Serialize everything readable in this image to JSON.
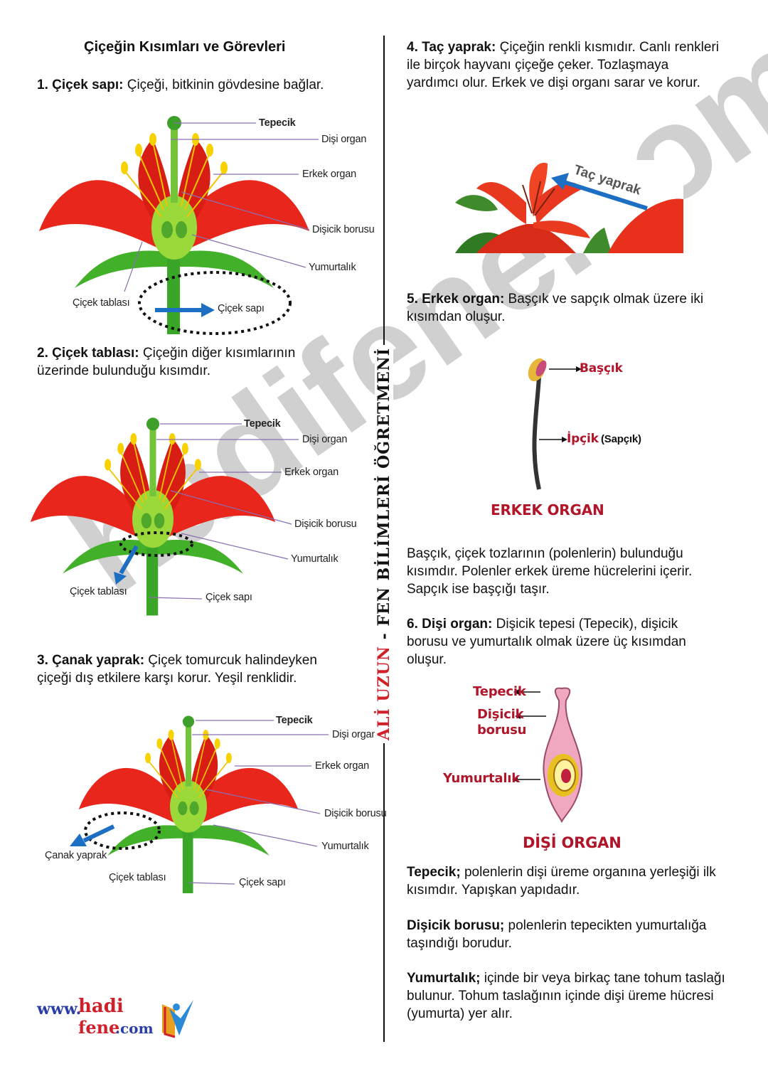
{
  "left": {
    "title": "Çiçeğin Kısımları ve Görevleri",
    "p1_bold": "1. Çiçek sapı:",
    "p1_text": " Çiçeği, bitkinin gövdesine bağlar.",
    "p2_bold": "2. Çiçek tablası:",
    "p2_text": " Çiçeğin diğer kısımlarının üzerinde bulunduğu kısımdır.",
    "p3_bold": "3. Çanak yaprak:",
    "p3_text": " Çiçek tomurcuk halindeyken çiçeği dış etkilere karşı korur. Yeşil renklidir.",
    "diagram1": {
      "tepecik": "Tepecik",
      "disi": "Dişi organ",
      "erkek": "Erkek organ",
      "borusu": "Dişicik borusu",
      "yumurtalik": "Yumurtalık",
      "tabla": "Çiçek tablası",
      "sap": "Çiçek sapı"
    },
    "diagram2": {
      "tepecik": "Tepecik",
      "disi": "Dişi organ",
      "erkek": "Erkek organ",
      "borusu": "Dişicik borusu",
      "yumurtalik": "Yumurtalık",
      "tabla": "Çiçek tablası",
      "sap": "Çiçek sapı"
    },
    "diagram3": {
      "tepecik": "Tepecik",
      "disi": "Dişi organ",
      "erkek": "Erkek organ",
      "borusu": "Dişicik borusu",
      "yumurtalik": "Yumurtalık",
      "canak": "Çanak yaprak",
      "tabla": "Çiçek tablası",
      "sap": "Çiçek sapı"
    }
  },
  "vertical": {
    "name": "ALİ UZUN",
    "sep": " - ",
    "role": "FEN BİLİMLERİ ÖĞRETMENİ"
  },
  "watermark": "hadifene.com",
  "logo": {
    "www": "www.",
    "hadi": "hadi",
    "fene": "fene",
    ".com": ".com"
  },
  "right": {
    "p4_bold": "4. Taç yaprak:",
    "p4_text": " Çiçeğin renkli kısmıdır. Canlı renkleri ile birçok hayvanı çiçeğe çeker. Tozlaşmaya yardımcı olur. Erkek ve dişi organı sarar ve korur.",
    "tac_label": "Taç yaprak",
    "p5_bold": "5. Erkek organ:",
    "p5_text": " Başçık ve sapçık  olmak üzere iki kısımdan oluşur.",
    "erkek": {
      "bascik": "Başçık",
      "ipcik": "İpçik",
      "sapcik": "(Sapçık)",
      "title": "ERKEK ORGAN"
    },
    "p5b_text": "Başçık, çiçek tozlarının (polenlerin) bulunduğu kısımdır. Polenler erkek üreme hücrelerini  içerir. Sapçık ise başçığı taşır.",
    "p6_bold": "6. Dişi organ:",
    "p6_text": " Dişicik tepesi (Tepecik), dişicik borusu ve yumurtalık olmak üzere üç kısımdan oluşur.",
    "disi": {
      "tepecik": "Tepecik",
      "disicik": "Dişicik",
      "borusu": "borusu",
      "yumurtalik": "Yumurtalık",
      "title": "DİŞİ ORGAN"
    },
    "t_bold": "Tepecik;",
    "t_text": " polenlerin dişi üreme organına yerleşiği ilk kısımdır. Yapışkan yapıdadır.",
    "d_bold": "Dişicik borusu;",
    "d_text": " polenlerin tepecikten yumurtalığa taşındığı borudur.",
    "y_bold": "Yumurtalık;",
    "y_text": " içinde bir veya birkaç tane tohum taslağı bulunur. Tohum taslağının içinde dişi üreme hücresi (yumurta) yer alır."
  }
}
